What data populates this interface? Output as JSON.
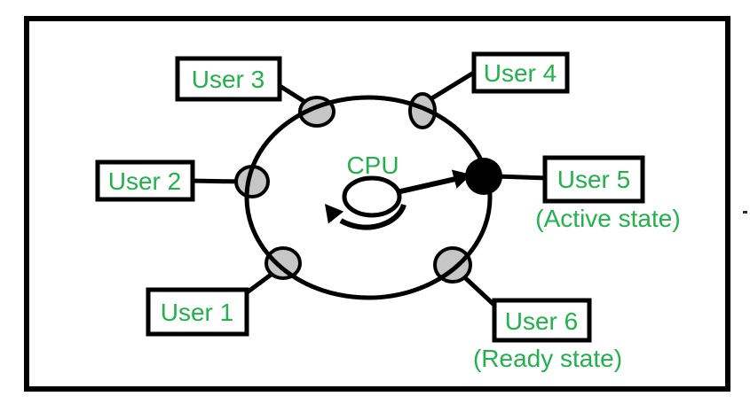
{
  "colors": {
    "background": "#FFFFFF",
    "outline": "#000000",
    "label_text": "#22B14C",
    "node_fill": "#C6C6C6",
    "active_node_fill": "#000000"
  },
  "labels": {
    "cpu": "CPU",
    "user1": "User 1",
    "user2": "User 2",
    "user3": "User 3",
    "user4": "User 4",
    "user5": "User 5",
    "user6": "User 6",
    "active_state": "(Active state)",
    "ready_state": "(Ready state)"
  },
  "nodes": [
    {
      "user": "User 1",
      "state": "ready"
    },
    {
      "user": "User 2",
      "state": "ready"
    },
    {
      "user": "User 3",
      "state": "ready"
    },
    {
      "user": "User 4",
      "state": "ready"
    },
    {
      "user": "User 5",
      "state": "active"
    },
    {
      "user": "User 6",
      "state": "ready"
    }
  ]
}
